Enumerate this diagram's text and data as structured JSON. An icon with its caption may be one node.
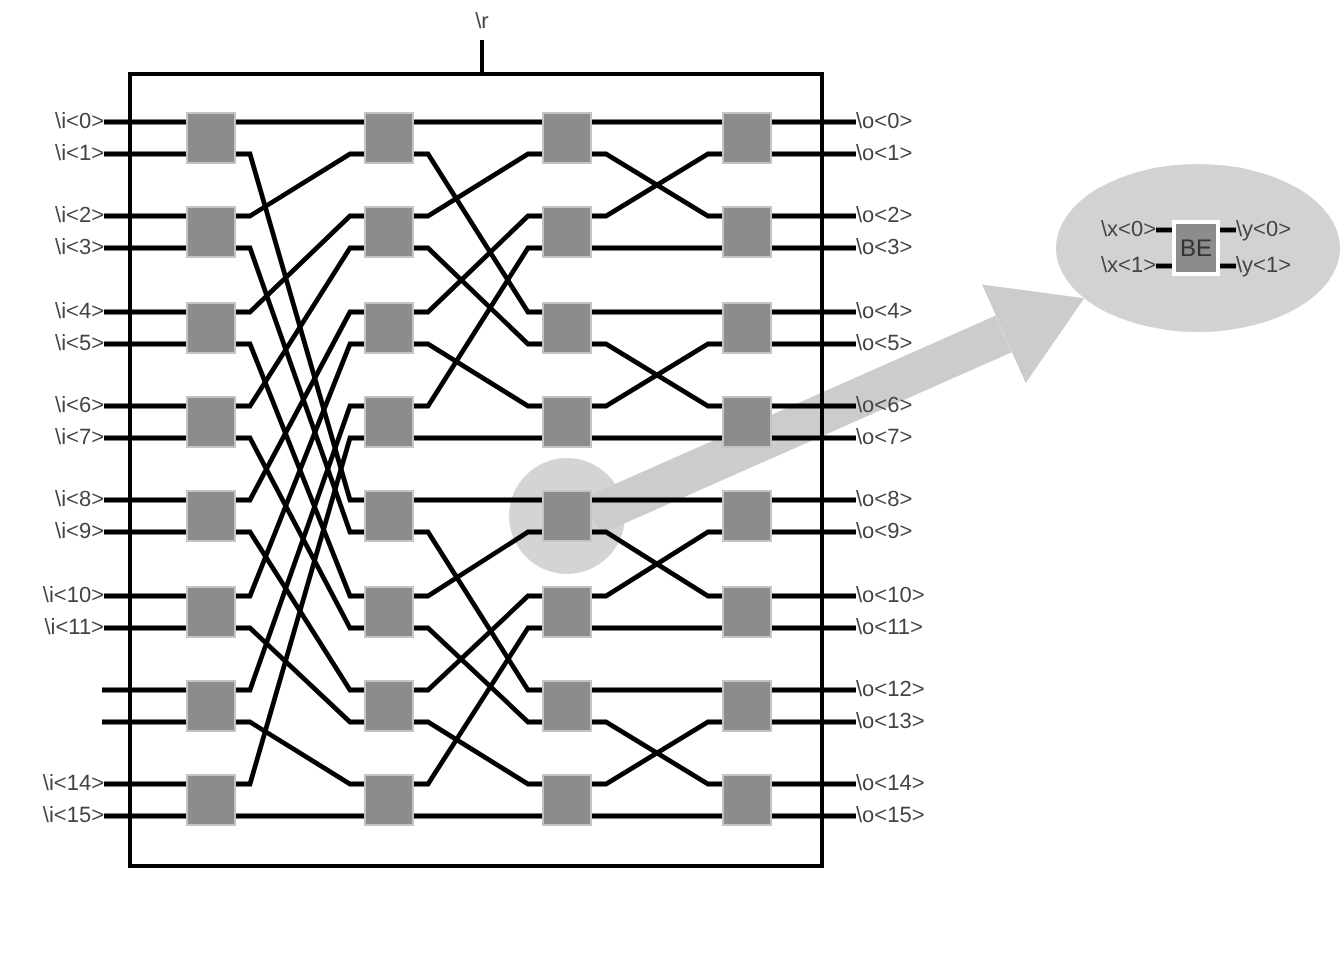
{
  "diagram": {
    "nodes": [
      {
        "text": [
          "\\r"
        ]
      },
      {
        "text": [
          "\\i<0>"
        ]
      },
      {
        "text": [
          "\\i<1>"
        ]
      },
      {
        "text": [
          "\\i<2>"
        ]
      },
      {
        "text": [
          "\\i<3>"
        ]
      },
      {
        "text": [
          "\\i<4>"
        ]
      },
      {
        "text": [
          "\\i<5>"
        ]
      },
      {
        "text": [
          "\\i<6>"
        ]
      },
      {
        "text": [
          "\\i<7>"
        ]
      },
      {
        "text": [
          "\\i<8>"
        ]
      },
      {
        "text": [
          "\\i<9>"
        ]
      },
      {
        "text": [
          "\\i<10>"
        ]
      },
      {
        "text": [
          "\\i<11>"
        ]
      },
      {
        "text": [
          "\\i<14>"
        ]
      },
      {
        "text": [
          "\\i<15>"
        ]
      },
      {
        "text": [],
        "shape": "box",
        "in": 0
      },
      {
        "text": [],
        "shape": "box",
        "in": 0
      },
      {
        "text": [],
        "shape": "box",
        "in": 0
      },
      {
        "text": [],
        "shape": "box",
        "in": 0
      },
      {
        "text": [],
        "shape": "box",
        "in": 0
      },
      {
        "text": [],
        "shape": "box",
        "in": 0
      },
      {
        "text": [],
        "shape": "box",
        "in": 0
      },
      {
        "text": [],
        "shape": "box",
        "in": 0
      },
      {
        "text": [],
        "shape": "box",
        "in": 0
      },
      {
        "text": [],
        "shape": "box",
        "in": 0
      },
      {
        "text": [],
        "shape": "box",
        "in": 0
      },
      {
        "text": [],
        "shape": "box",
        "in": 0
      },
      {
        "text": [],
        "shape": "box",
        "in": 0
      },
      {
        "text": [],
        "shape": "box",
        "in": 0
      },
      {
        "text": [],
        "shape": "box",
        "in": 0
      },
      {
        "text": [],
        "shape": "box",
        "in": 0
      },
      {
        "text": [],
        "shape": "box",
        "in": 0
      },
      {
        "text": [],
        "shape": "box",
        "in": 0
      },
      {
        "text": [],
        "shape": "box",
        "in": 0
      },
      {
        "text": [],
        "shape": "box",
        "in": 0
      },
      {
        "text": [],
        "shape": "box",
        "in": 0
      },
      {
        "text": [],
        "shape": "box",
        "in": 0
      },
      {
        "text": [],
        "shape": "box",
        "in": 0
      },
      {
        "text": [],
        "shape": "box",
        "in": 0
      },
      {
        "text": [],
        "shape": "box",
        "in": 0
      },
      {
        "text": [],
        "shape": "box",
        "in": 0
      },
      {
        "text": [],
        "shape": "box",
        "in": 0
      },
      {
        "text": [],
        "shape": "box",
        "in": 0
      },
      {
        "text": [],
        "shape": "box",
        "in": 0
      },
      {
        "text": [],
        "shape": "box",
        "in": 0
      },
      {
        "text": [],
        "shape": "box",
        "in": 0
      },
      {
        "text": [],
        "shape": "box",
        "in": 0
      },
      {
        "text": [
          "\\o<0>"
        ]
      },
      {
        "text": [
          "\\o<1>"
        ]
      },
      {
        "text": [
          "\\o<2>"
        ]
      },
      {
        "text": [
          "\\o<3>"
        ]
      },
      {
        "text": [
          "\\o<4>"
        ]
      },
      {
        "text": [
          "\\o<5>"
        ]
      },
      {
        "text": [
          "\\o<6>"
        ]
      },
      {
        "text": [
          "\\o<7>"
        ]
      },
      {
        "text": [
          "\\o<8>"
        ]
      },
      {
        "text": [
          "\\o<9>"
        ]
      },
      {
        "text": [
          "\\o<10>"
        ]
      },
      {
        "text": [
          "\\o<11>"
        ]
      },
      {
        "text": [
          "\\o<12>"
        ]
      },
      {
        "text": [
          "\\o<13>"
        ]
      },
      {
        "text": [
          "\\o<14>"
        ]
      },
      {
        "text": [
          "\\o<15>"
        ]
      },
      {
        "text": [],
        "shape": "ellipse"
      },
      {
        "text": [
          "BE"
        ],
        "in": 63
      },
      {
        "text": [
          "\\x<0>"
        ],
        "in": 63
      },
      {
        "text": [
          "\\x<1>"
        ],
        "in": 63
      },
      {
        "text": [
          "\\y<0>"
        ],
        "in": 63
      },
      {
        "text": [
          "\\y<1>"
        ],
        "in": 63
      }
    ],
    "edges": [
      {
        "from": 1,
        "to": 15,
        "arrow": "none"
      },
      {
        "from": 2,
        "to": 15,
        "arrow": "none"
      },
      {
        "from": 3,
        "to": 16,
        "arrow": "none"
      },
      {
        "from": 4,
        "to": 16,
        "arrow": "none"
      },
      {
        "from": 5,
        "to": 17,
        "arrow": "none"
      },
      {
        "from": 6,
        "to": 17,
        "arrow": "none"
      },
      {
        "from": 7,
        "to": 18,
        "arrow": "none"
      },
      {
        "from": 8,
        "to": 18,
        "arrow": "none"
      },
      {
        "from": 9,
        "to": 19,
        "arrow": "none"
      },
      {
        "from": 10,
        "to": 19,
        "arrow": "none"
      },
      {
        "from": 11,
        "to": 20,
        "arrow": "none"
      },
      {
        "from": 12,
        "to": 20,
        "arrow": "none"
      },
      {
        "from": null,
        "to": 21,
        "arrow": "none"
      },
      {
        "from": null,
        "to": 21,
        "arrow": "none"
      },
      {
        "from": 13,
        "to": 22,
        "arrow": "none"
      },
      {
        "from": 14,
        "to": 22,
        "arrow": "none"
      },
      {
        "from": 15,
        "to": 23,
        "arrow": "none"
      },
      {
        "from": 15,
        "to": 27,
        "arrow": "none"
      },
      {
        "from": 16,
        "to": 23,
        "arrow": "none"
      },
      {
        "from": 16,
        "to": 27,
        "arrow": "none"
      },
      {
        "from": 17,
        "to": 24,
        "arrow": "none"
      },
      {
        "from": 17,
        "to": 28,
        "arrow": "none"
      },
      {
        "from": 18,
        "to": 24,
        "arrow": "none"
      },
      {
        "from": 18,
        "to": 28,
        "arrow": "none"
      },
      {
        "from": 19,
        "to": 25,
        "arrow": "none"
      },
      {
        "from": 19,
        "to": 29,
        "arrow": "none"
      },
      {
        "from": 20,
        "to": 25,
        "arrow": "none"
      },
      {
        "from": 20,
        "to": 29,
        "arrow": "none"
      },
      {
        "from": 21,
        "to": 26,
        "arrow": "none"
      },
      {
        "from": 21,
        "to": 30,
        "arrow": "none"
      },
      {
        "from": 22,
        "to": 26,
        "arrow": "none"
      },
      {
        "from": 22,
        "to": 30,
        "arrow": "none"
      },
      {
        "from": 23,
        "to": 31,
        "arrow": "none"
      },
      {
        "from": 23,
        "to": 33,
        "arrow": "none"
      },
      {
        "from": 24,
        "to": 31,
        "arrow": "none"
      },
      {
        "from": 24,
        "to": 33,
        "arrow": "none"
      },
      {
        "from": 25,
        "to": 32,
        "arrow": "none"
      },
      {
        "from": 25,
        "to": 34,
        "arrow": "none"
      },
      {
        "from": 26,
        "to": 32,
        "arrow": "none"
      },
      {
        "from": 26,
        "to": 34,
        "arrow": "none"
      },
      {
        "from": 27,
        "to": 35,
        "arrow": "none"
      },
      {
        "from": 27,
        "to": 37,
        "arrow": "none"
      },
      {
        "from": 28,
        "to": 35,
        "arrow": "none"
      },
      {
        "from": 28,
        "to": 37,
        "arrow": "none"
      },
      {
        "from": 29,
        "to": 36,
        "arrow": "none"
      },
      {
        "from": 29,
        "to": 38,
        "arrow": "none"
      },
      {
        "from": 30,
        "to": 36,
        "arrow": "none"
      },
      {
        "from": 30,
        "to": 38,
        "arrow": "none"
      },
      {
        "from": 31,
        "to": 39,
        "arrow": "none"
      },
      {
        "from": 31,
        "to": 40,
        "arrow": "none"
      },
      {
        "from": 32,
        "to": 39,
        "arrow": "none"
      },
      {
        "from": 32,
        "to": 40,
        "arrow": "none"
      },
      {
        "from": 33,
        "to": 41,
        "arrow": "none"
      },
      {
        "from": 33,
        "to": 42,
        "arrow": "none"
      },
      {
        "from": 34,
        "to": 41,
        "arrow": "none"
      },
      {
        "from": 34,
        "to": 42,
        "arrow": "none"
      },
      {
        "from": 35,
        "to": 43,
        "arrow": "none"
      },
      {
        "from": 35,
        "to": 44,
        "arrow": "none"
      },
      {
        "from": 36,
        "to": 43,
        "arrow": "none"
      },
      {
        "from": 36,
        "to": 44,
        "arrow": "none"
      },
      {
        "from": 37,
        "to": 45,
        "arrow": "none"
      },
      {
        "from": 37,
        "to": 46,
        "arrow": "none"
      },
      {
        "from": 38,
        "to": 45,
        "arrow": "none"
      },
      {
        "from": 38,
        "to": 46,
        "arrow": "none"
      },
      {
        "from": 39,
        "to": 47,
        "arrow": "none"
      },
      {
        "from": 39,
        "to": 48,
        "arrow": "none"
      },
      {
        "from": 40,
        "to": 49,
        "arrow": "none"
      },
      {
        "from": 40,
        "to": 50,
        "arrow": "none"
      },
      {
        "from": 41,
        "to": 51,
        "arrow": "none"
      },
      {
        "from": 41,
        "to": 52,
        "arrow": "none"
      },
      {
        "from": 42,
        "to": 53,
        "arrow": "none"
      },
      {
        "from": 42,
        "to": 54,
        "arrow": "none"
      },
      {
        "from": 43,
        "to": 55,
        "arrow": "none"
      },
      {
        "from": 43,
        "to": 56,
        "arrow": "none"
      },
      {
        "from": 44,
        "to": 57,
        "arrow": "none"
      },
      {
        "from": 44,
        "to": 58,
        "arrow": "none"
      },
      {
        "from": 45,
        "to": 59,
        "arrow": "none"
      },
      {
        "from": 45,
        "to": 60,
        "arrow": "none"
      },
      {
        "from": 46,
        "to": 61,
        "arrow": "none"
      },
      {
        "from": 46,
        "to": 62,
        "arrow": "none"
      },
      {
        "from": 65,
        "to": 64,
        "arrow": "none"
      },
      {
        "from": 66,
        "to": 64,
        "arrow": "none"
      },
      {
        "from": 64,
        "to": 67,
        "arrow": "none"
      },
      {
        "from": 64,
        "to": 68,
        "arrow": "none"
      },
      {
        "from": 35,
        "to": 63,
        "arrow": "to",
        "style": "thick",
        "color": "#cccccc"
      }
    ]
  }
}
